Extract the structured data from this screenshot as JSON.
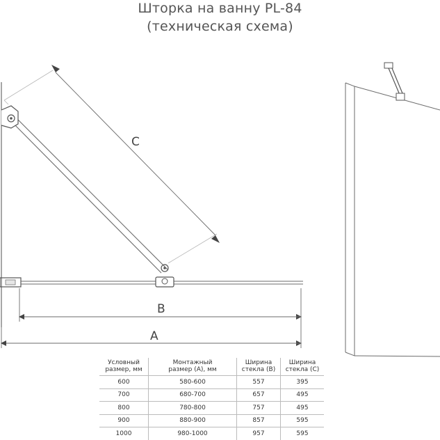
{
  "title": {
    "line1": "Шторка на ванну PL-84",
    "line2": "(техническая схема)"
  },
  "dimensions": {
    "a": "A",
    "b": "B",
    "c": "C"
  },
  "table": {
    "headers": [
      [
        "Условный",
        "размер, мм"
      ],
      [
        "Монтажный",
        "размер (А), мм"
      ],
      [
        "Ширина",
        "стекла (В)"
      ],
      [
        "Ширина",
        "стекла (С)"
      ]
    ],
    "rows": [
      [
        "600",
        "580-600",
        "557",
        "395"
      ],
      [
        "700",
        "680-700",
        "657",
        "495"
      ],
      [
        "800",
        "780-800",
        "757",
        "495"
      ],
      [
        "900",
        "880-900",
        "857",
        "595"
      ],
      [
        "1000",
        "980-1000",
        "957",
        "595"
      ]
    ]
  },
  "colors": {
    "line": "#6b6b6b",
    "light_line": "#b5b5b5"
  }
}
